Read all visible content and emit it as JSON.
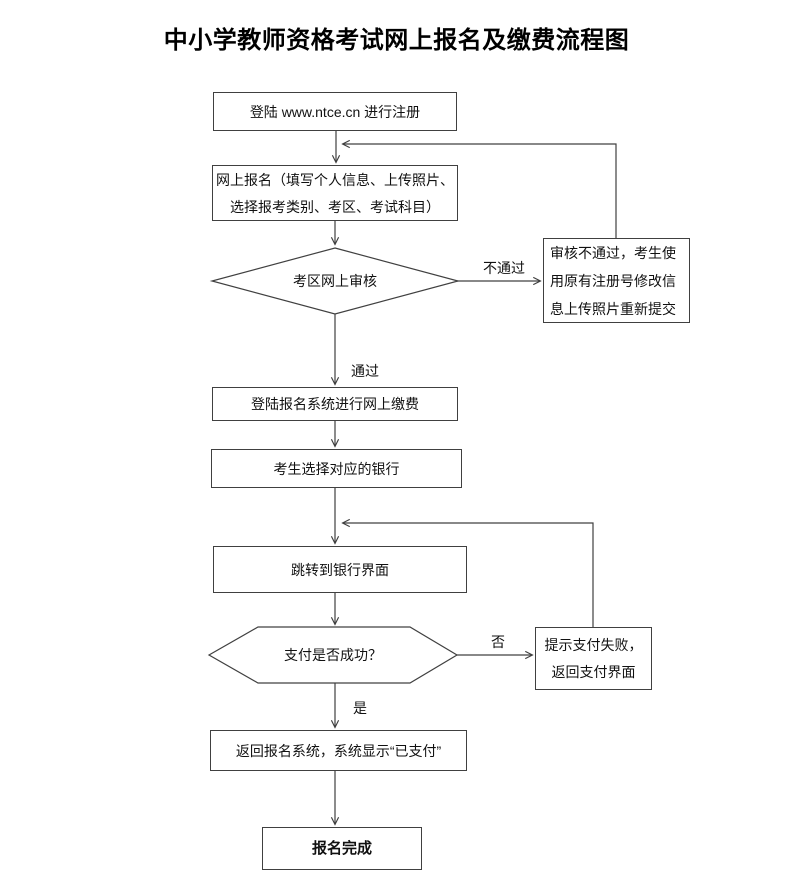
{
  "page": {
    "title": "中小学教师资格考试网上报名及缴费流程图"
  },
  "flowchart": {
    "nodes": {
      "register": {
        "label": "登陆 www.ntce.cn 进行注册"
      },
      "apply": {
        "label": "网上报名（填写个人信息、上传照片、选择报考类别、考区、考试科目）"
      },
      "review": {
        "label": "考区网上审核"
      },
      "review_fail": {
        "label": "审核不通过，考生使用原有注册号修改信息上传照片重新提交"
      },
      "pay_login": {
        "label": "登陆报名系统进行网上缴费"
      },
      "choose_bank": {
        "label": "考生选择对应的银行"
      },
      "bank_page": {
        "label": "跳转到银行界面"
      },
      "pay_check": {
        "label": "支付是否成功？"
      },
      "pay_fail": {
        "label": "提示支付失败，返回支付界面"
      },
      "return_system": {
        "label": "返回报名系统，系统显示“已支付”"
      },
      "complete": {
        "label": "报名完成"
      }
    },
    "edge_labels": {
      "fail": "不通过",
      "pass": "通过",
      "no": "否",
      "yes": "是"
    },
    "colors": {
      "background": "#ffffff",
      "line": "#404040",
      "text": "#111111"
    }
  }
}
